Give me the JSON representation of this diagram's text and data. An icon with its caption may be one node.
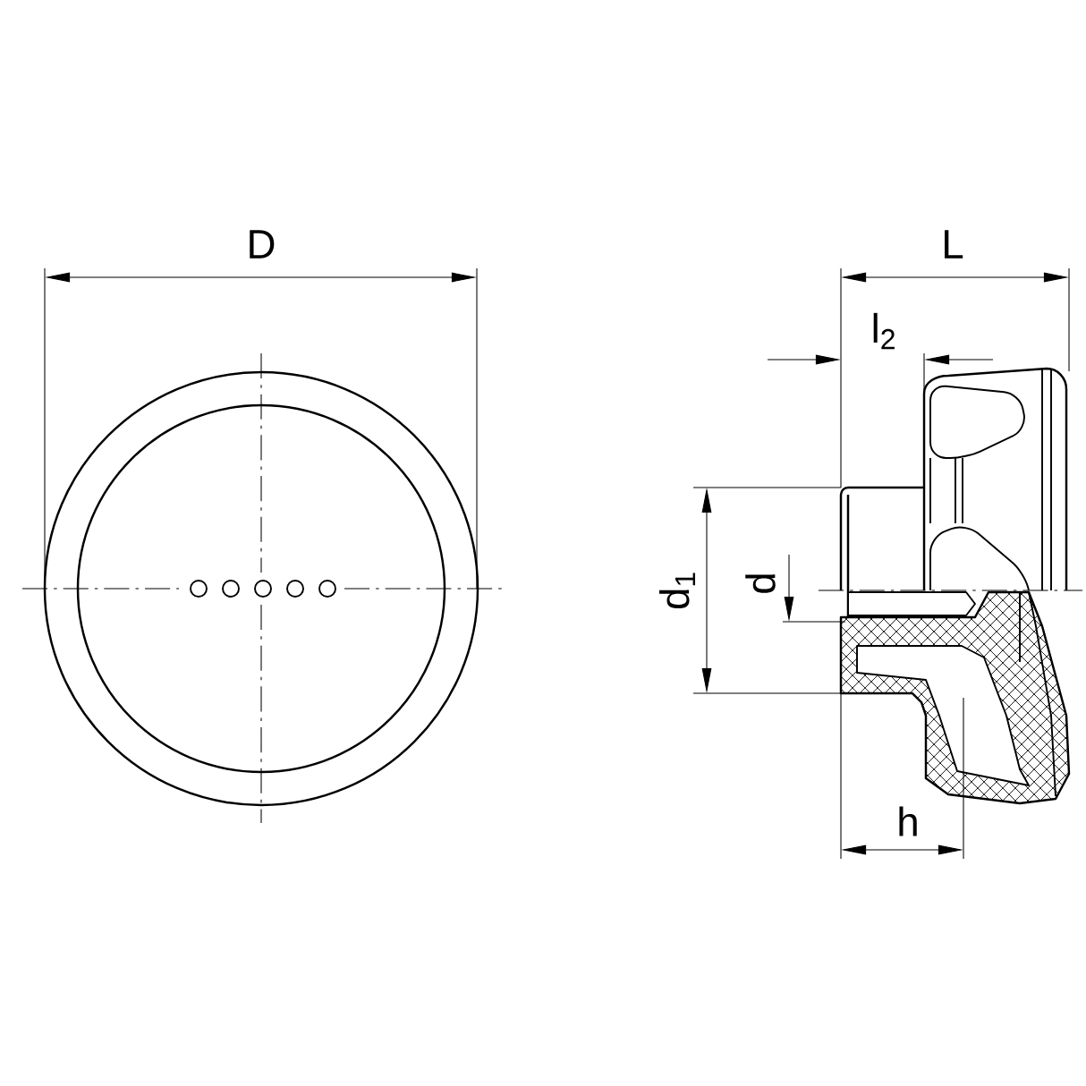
{
  "diagram": {
    "labels": [
      "D",
      "L",
      "l$_{2}$",
      "d$_{1}$",
      "d",
      "h"
    ]
  }
}
